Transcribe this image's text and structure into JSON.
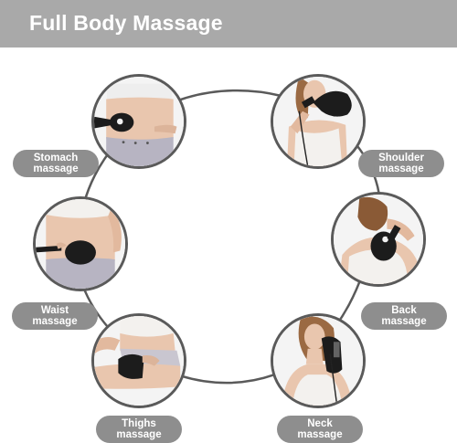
{
  "header": {
    "title": "Full Body Massage"
  },
  "areas": [
    {
      "line1": "Stomach",
      "line2": "massage",
      "icon": "stomach-photo"
    },
    {
      "line1": "Shoulder",
      "line2": "massage",
      "icon": "shoulder-photo"
    },
    {
      "line1": "Waist",
      "line2": "massage",
      "icon": "waist-photo"
    },
    {
      "line1": "Back",
      "line2": "massage",
      "icon": "back-photo"
    },
    {
      "line1": "Thighs",
      "line2": "massage",
      "icon": "thighs-photo"
    },
    {
      "line1": "Neck",
      "line2": "massage",
      "icon": "neck-photo"
    }
  ],
  "colors": {
    "header_bg": "#a9a9a9",
    "pill_bg": "#8e8e8e",
    "ring": "#5a5a5a",
    "skin": "#e9c6ae",
    "device": "#1c1c1c"
  }
}
